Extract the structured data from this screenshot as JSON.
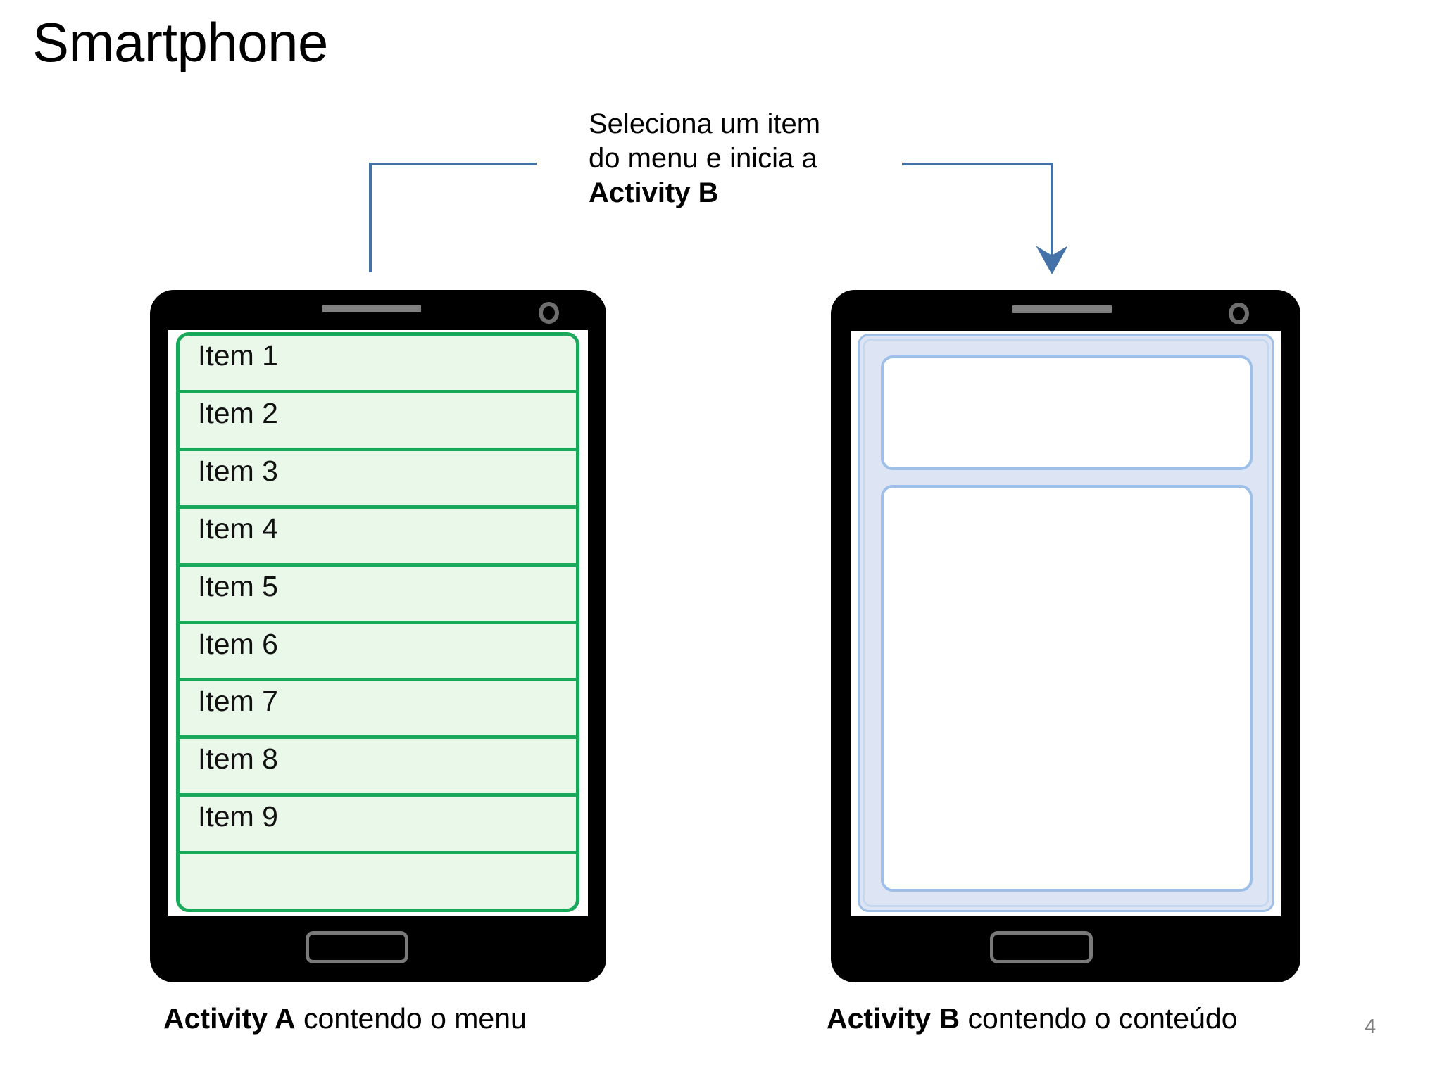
{
  "slide": {
    "title": "Smartphone",
    "page_number": "4"
  },
  "callout": {
    "line1": "Seleciona um item",
    "line2": "do menu e inicia a",
    "line3": "Activity B"
  },
  "connectors": {
    "color": "#4472a8",
    "left_connector_name": "elbow-line-from-activity-a",
    "right_connector_name": "elbow-arrow-to-activity-b"
  },
  "activity_a": {
    "caption_bold": "Activity A",
    "caption_rest": " contendo o menu",
    "colors": {
      "item_fill": "#eaf8ea",
      "item_border": "#18a95a",
      "device_body": "#000000"
    },
    "menu_items": [
      {
        "label": "Item 1"
      },
      {
        "label": "Item 2"
      },
      {
        "label": "Item 3"
      },
      {
        "label": "Item 4"
      },
      {
        "label": "Item 5"
      },
      {
        "label": "Item 6"
      },
      {
        "label": "Item 7"
      },
      {
        "label": "Item 8"
      },
      {
        "label": "Item 9"
      },
      {
        "label": ""
      }
    ]
  },
  "activity_b": {
    "caption_bold": "Activity B",
    "caption_rest": " contendo o conteúdo",
    "colors": {
      "panel_fill": "#dde5f4",
      "panel_border": "#9dbfe8",
      "box_fill": "#ffffff",
      "device_body": "#000000"
    },
    "content_boxes": [
      {
        "name": "content-box-top",
        "label": ""
      },
      {
        "name": "content-box-bottom",
        "label": ""
      }
    ]
  },
  "device_chrome": {
    "speaker_name": "speaker-grille-icon",
    "camera_name": "front-camera-icon",
    "home_button_name": "home-button"
  }
}
